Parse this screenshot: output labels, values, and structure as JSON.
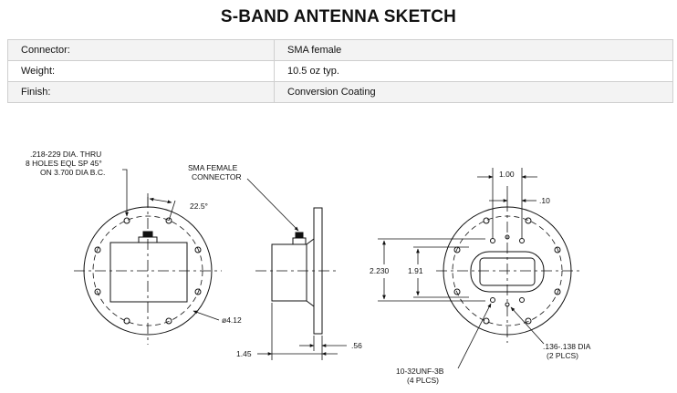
{
  "title": "S-BAND ANTENNA SKETCH",
  "specs": [
    {
      "label": "Connector:",
      "value": "SMA female"
    },
    {
      "label": "Weight:",
      "value": "10.5 oz typ."
    },
    {
      "label": "Finish:",
      "value": "Conversion Coating"
    }
  ],
  "drawing": {
    "front_note": [
      ".218-229 DIA. THRU",
      "8 HOLES EQL SP 45°",
      "ON 3.700 DIA B.C."
    ],
    "angle_label": "22.5°",
    "diameter_label": "ø4.12",
    "connector_note": [
      "SMA FEMALE",
      "CONNECTOR"
    ],
    "side_width_label": "1.45",
    "side_flange_label": ".56",
    "rear_top_dim": "1.00",
    "rear_small_dim": ".10",
    "rear_outer_height": "2.230",
    "rear_inner_height": "1.91",
    "rear_hole_note": [
      ".136-.138 DIA",
      "(2 PLCS)"
    ],
    "rear_thread_note": [
      "10-32UNF-3B",
      "(4 PLCS)"
    ]
  }
}
